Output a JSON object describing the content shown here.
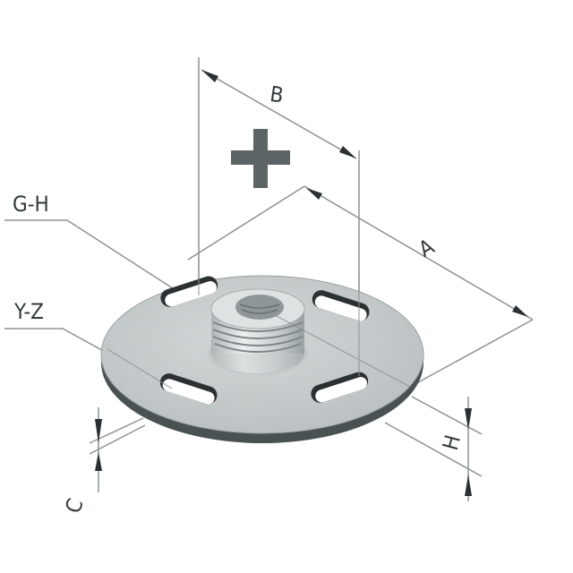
{
  "diagram": {
    "subject": "Round threaded base plate with four slotted holes and central threaded boss",
    "colors": {
      "background": "#ffffff",
      "plate_face": "#c6cbcc",
      "plate_edge": "#4a5153",
      "boss": "#d7dbdc",
      "dimension_line": "#8c9294",
      "arrow": "#2a2f31",
      "plus_sign": "#5d6466",
      "label_text": "#333a3c"
    },
    "labels": {
      "dim_b": "B",
      "dim_a": "A",
      "dim_h": "H",
      "dim_c": "C",
      "callout_top": "G-H",
      "callout_bottom": "Y-Z"
    },
    "symbols": {
      "plus": "+"
    }
  }
}
